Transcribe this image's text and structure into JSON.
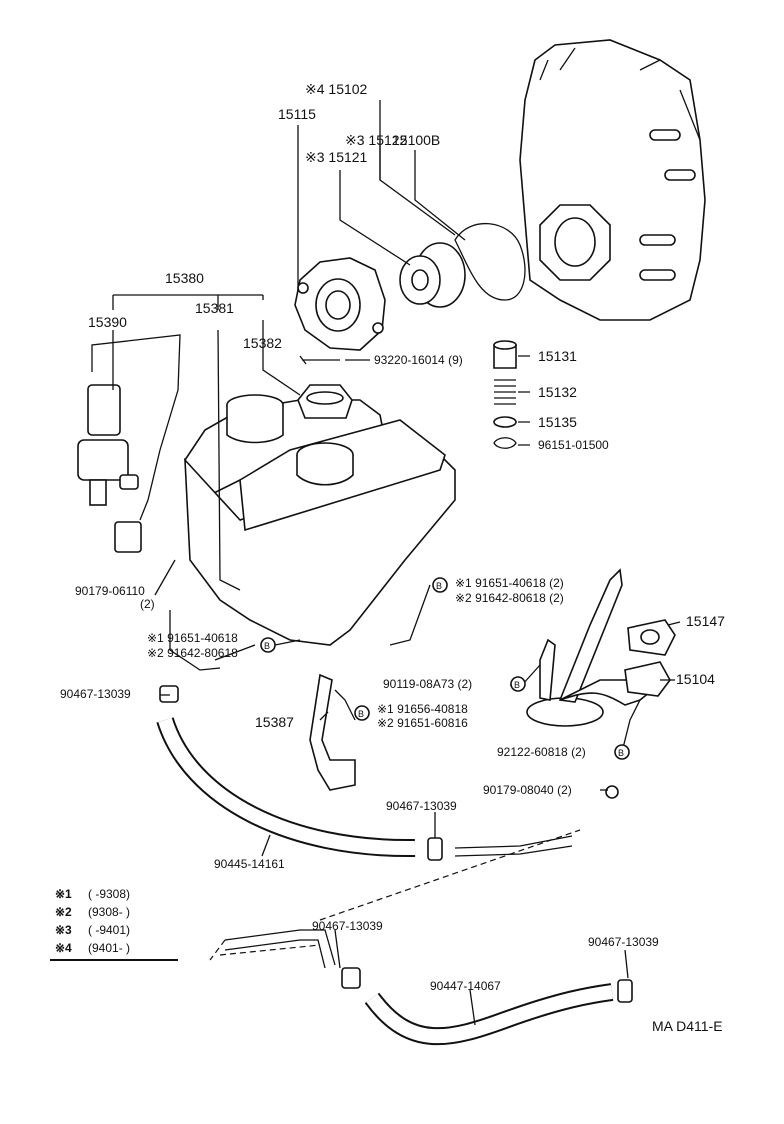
{
  "labels": {
    "p15102": "※4 15102",
    "p15115": "15115",
    "p15122": "※3 15122",
    "p15100b": "15100B",
    "p15121": "※3 15121",
    "p15380": "15380",
    "p15381": "15381",
    "p15390": "15390",
    "p15382": "15382",
    "p93220": "93220-16014 (9)",
    "p15131": "15131",
    "p15132": "15132",
    "p15135": "15135",
    "p96151": "96151-01500",
    "p90179_06110": "90179-06110",
    "p90179_06110_qty": "(2)",
    "p91651_40618_a": "※1 91651-40618 (2)",
    "p91642_80618_a": "※2 91642-80618 (2)",
    "p91651_40618_b": "※1 91651-40618",
    "p91642_80618_b": "※2 91642-80618",
    "p15147": "15147",
    "p90119": "90119-08A73 (2)",
    "p15104": "15104",
    "p90467_a": "90467-13039",
    "p91656": "※1 91656-40818",
    "p91651_60816": "※2 91651-60816",
    "p15387": "15387",
    "p92122": "92122-60818 (2)",
    "p90179_08040": "90179-08040 (2)",
    "p90467_b": "90467-13039",
    "p90445": "90445-14161",
    "p90467_c": "90467-13039",
    "p90467_d": "90467-13039",
    "p90447": "90447-14067",
    "diagram_code": "MA D411-E"
  },
  "legend": [
    {
      "mark": "※1",
      "range": "(      -9308)"
    },
    {
      "mark": "※2",
      "range": "(9308-      )"
    },
    {
      "mark": "※3",
      "range": "(      -9401)"
    },
    {
      "mark": "※4",
      "range": "(9401-      )"
    }
  ],
  "bolt_marker": "B"
}
